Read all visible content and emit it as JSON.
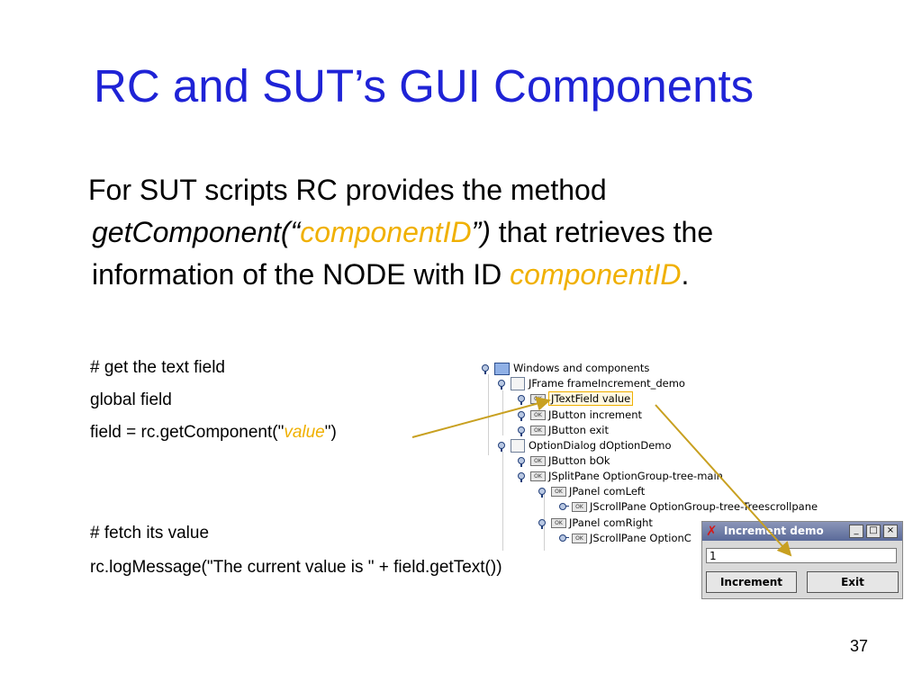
{
  "slide": {
    "title": "RC and SUT’s GUI Components",
    "para": {
      "l1": "For SUT scripts RC provides the method",
      "l2_a": "getComponent(“",
      "l2_b": "componentID",
      "l2_c": "”)",
      "l2_d": " that retrieves the",
      "l3_a": "information of the NODE with ID ",
      "l3_b": "componentID",
      "l3_c": "."
    },
    "code": {
      "c1": "# get the text field",
      "c2": "global field",
      "c3_a": "field = rc.getComponent(\"",
      "c3_b": "value",
      "c3_c": "\")",
      "c4": "# fetch its value",
      "c5": "rc.logMessage(\"The current value is \" + field.getText())"
    },
    "page_number": "37"
  },
  "tree": {
    "nodes": [
      {
        "label": "Windows and components",
        "icon": "windows-icon"
      },
      {
        "label": "JFrame frameIncrement_demo",
        "icon": "frame-icon"
      },
      {
        "label": "JTextField value",
        "icon": "ok-icon"
      },
      {
        "label": "JButton increment",
        "icon": "ok-icon"
      },
      {
        "label": "JButton exit",
        "icon": "ok-icon"
      },
      {
        "label": "OptionDialog dOptionDemo",
        "icon": "frame-icon"
      },
      {
        "label": "JButton bOk",
        "icon": "ok-icon"
      },
      {
        "label": "JSplitPane OptionGroup-tree-main",
        "icon": "ok-icon"
      },
      {
        "label": "JPanel comLeft",
        "icon": "ok-icon"
      },
      {
        "label": "JScrollPane OptionGroup-tree-Treescrollpane",
        "icon": "ok-icon"
      },
      {
        "label": "JPanel comRight",
        "icon": "ok-icon"
      },
      {
        "label": "JScrollPane OptionC",
        "icon": "ok-icon"
      }
    ],
    "ok_glyph": "OK"
  },
  "demo_window": {
    "title": "Increment demo",
    "minimize": "_",
    "maximize": "□",
    "close": "×",
    "field_value": "1",
    "increment_label": "Increment",
    "exit_label": "Exit"
  },
  "colors": {
    "title": "#1f23d6",
    "highlight": "#f0b000",
    "connector": "#c8a020"
  }
}
